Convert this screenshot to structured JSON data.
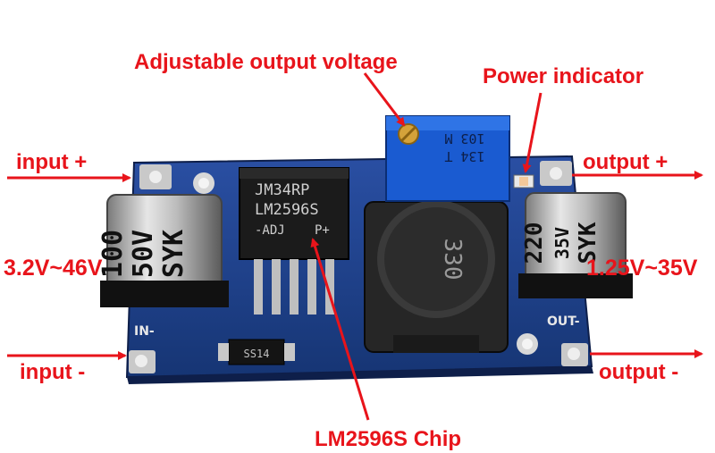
{
  "labels": {
    "adjustable": "Adjustable output voltage",
    "power_indicator": "Power indicator",
    "input_plus": "input +",
    "input_minus": "input -",
    "output_plus": "output +",
    "output_minus": "output -",
    "input_range": "3.2V~46V",
    "output_range": "1.25V~35V",
    "chip": "LM2596S Chip"
  },
  "board_text": {
    "in_label": "IN-",
    "out_label": "OUT-",
    "chip_line1": "JM34RP",
    "chip_line2": "LM2596S",
    "chip_line3": "-ADJ",
    "chip_line3b": "P+",
    "cap_in_l1": "100",
    "cap_in_l2": "50V",
    "cap_in_l3": "SYK",
    "cap_out_l1": "220",
    "cap_out_l2": "35V",
    "cap_out_l3": "SYK",
    "inductor": "330",
    "diode": "SS14",
    "pot": "103 M",
    "pot2": "134 T"
  },
  "colors": {
    "label": "#e8141b",
    "pcb": "#1f3f8e",
    "pcb_dark": "#14295f"
  }
}
